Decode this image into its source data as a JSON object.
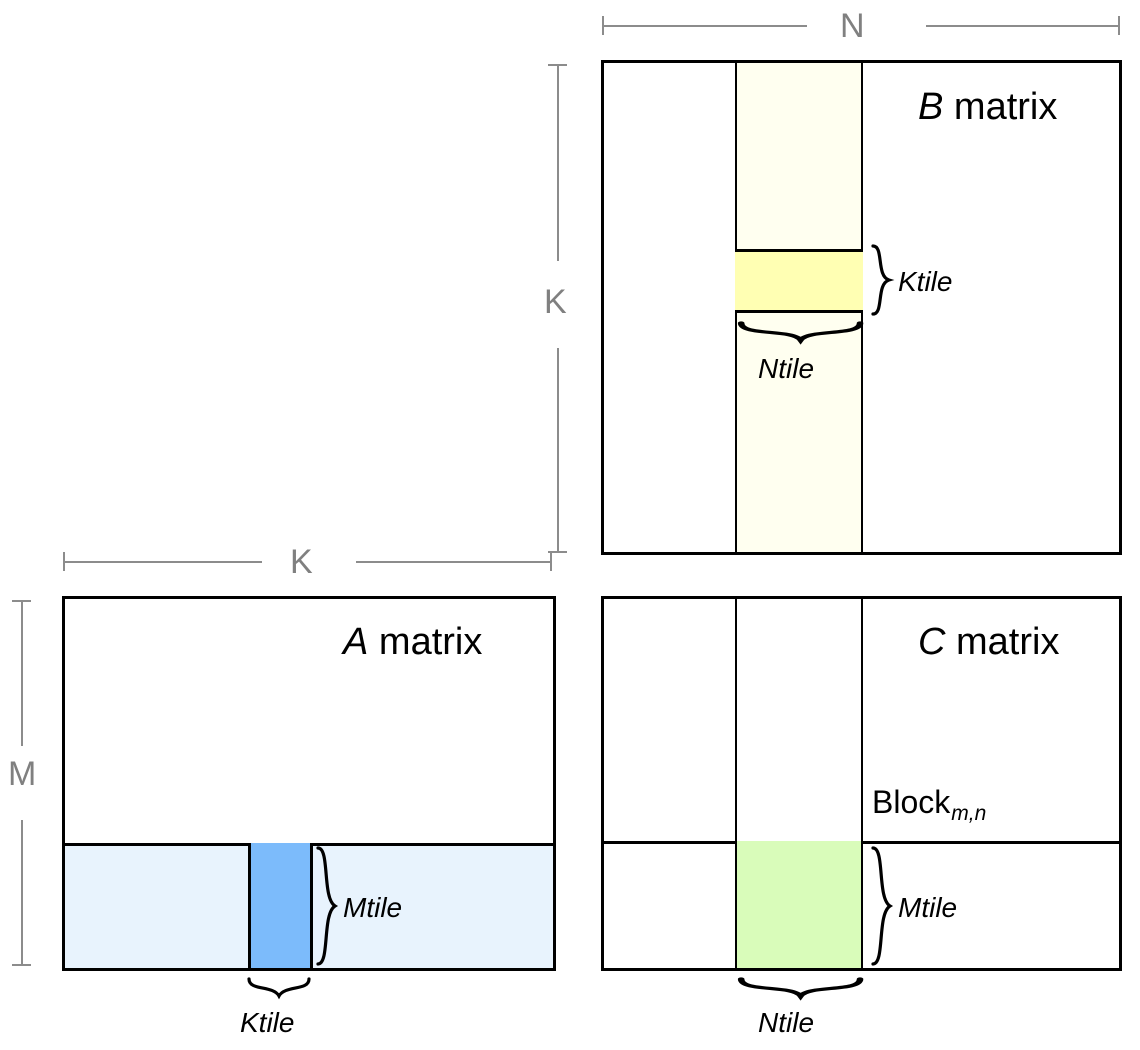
{
  "diagram": {
    "title_a": {
      "symbol": "A",
      "word": " matrix"
    },
    "title_b": {
      "symbol": "B",
      "word": " matrix"
    },
    "title_c": {
      "symbol": "C",
      "word": " matrix"
    },
    "block_label": "Block",
    "block_subscript": "m,n",
    "dimensions": {
      "N": "N",
      "K_vertical": "K",
      "K_horizontal": "K",
      "M": "M"
    },
    "tiles": {
      "b_ktile": "Ktile",
      "b_ntile": "Ntile",
      "a_mtile": "Mtile",
      "a_ktile": "Ktile",
      "c_mtile": "Mtile",
      "c_ntile": "Ntile"
    },
    "colors": {
      "outline": "#000000",
      "dimension_gray": "#8c8c8c",
      "b_column_band": "#fffff0",
      "b_tile_yellow": "#ffffb3",
      "a_row_band": "#e8f3fd",
      "a_tile_blue": "#7cbbfb",
      "c_tile_green": "#d9fcba",
      "page_background": "#ffffff"
    }
  }
}
